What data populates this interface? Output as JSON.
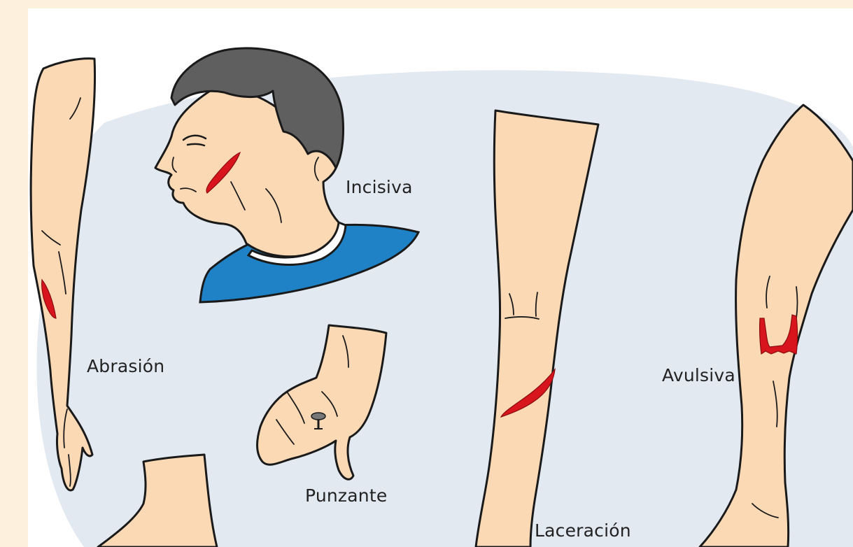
{
  "labels": {
    "incisiva": "Incisiva",
    "abrasion": "Abrasión",
    "punzante": "Punzante",
    "avulsiva": "Avulsiva",
    "laceracion": "Laceración"
  },
  "colors": {
    "background": "#fdf0dc",
    "panel": "#ffffff",
    "blob": "#e3e9f1",
    "skin": "#fbd9b4",
    "hair": "#5f5f5f",
    "shirt": "#1f82c6",
    "wound": "#d8141c"
  }
}
